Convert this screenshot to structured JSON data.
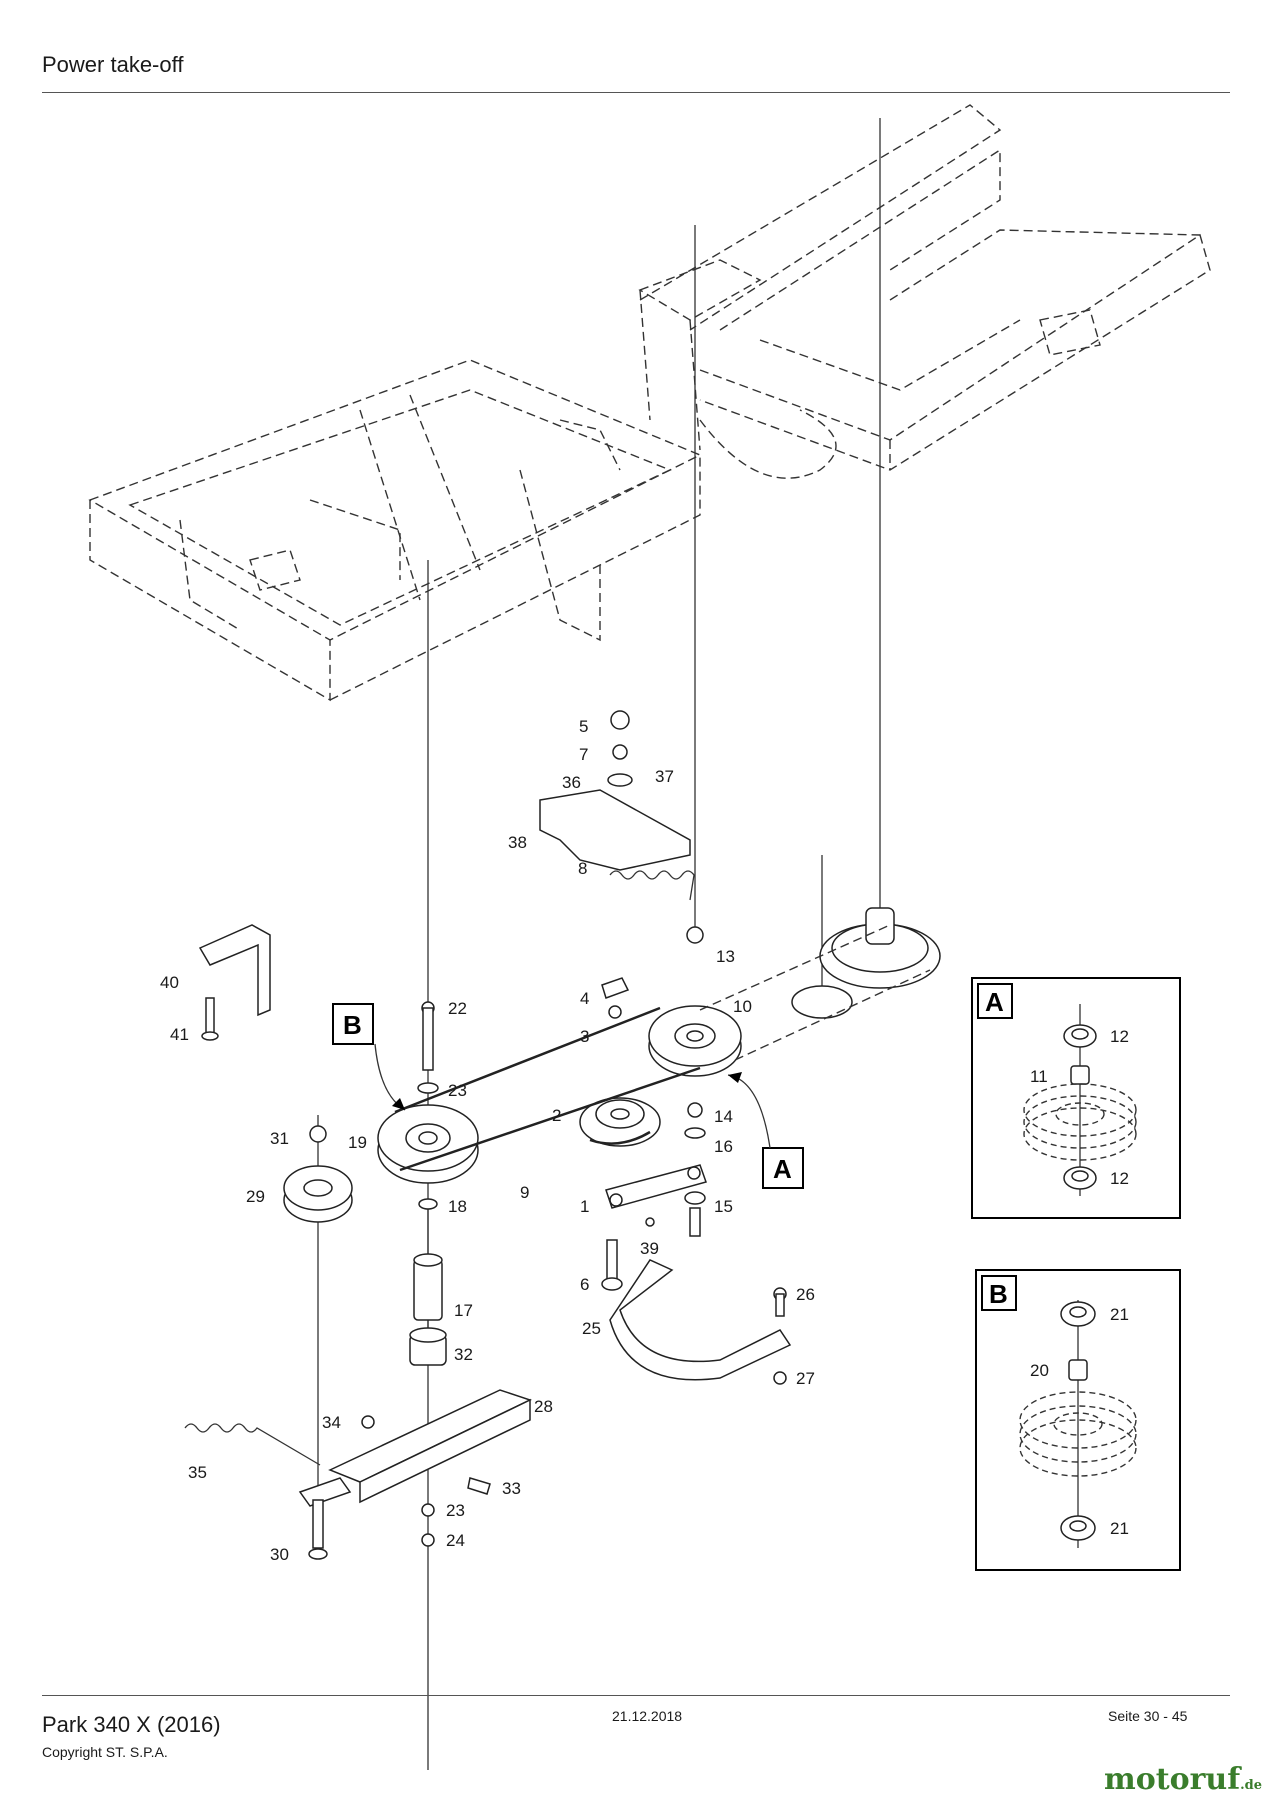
{
  "header": {
    "title": "Power take-off"
  },
  "footer": {
    "model": "Park 340 X (2016)",
    "copyright": "Copyright ST. S.P.A.",
    "date": "21.12.2018",
    "page": "Seite 30 - 45"
  },
  "logo": {
    "name": "motoruf",
    "tld": ".de"
  },
  "callouts": {
    "box_a": "A",
    "box_b": "B",
    "detail_a": "A",
    "detail_b": "B"
  },
  "parts": {
    "p1": "1",
    "p2": "2",
    "p3": "3",
    "p4": "4",
    "p5": "5",
    "p6": "6",
    "p7": "7",
    "p8": "8",
    "p9": "9",
    "p10": "10",
    "p13": "13",
    "p14": "14",
    "p15": "15",
    "p16": "16",
    "p17": "17",
    "p18": "18",
    "p19": "19",
    "p22": "22",
    "p23a": "23",
    "p23b": "23",
    "p24": "24",
    "p25": "25",
    "p26": "26",
    "p27": "27",
    "p28": "28",
    "p29": "29",
    "p30": "30",
    "p31": "31",
    "p32": "32",
    "p33": "33",
    "p34": "34",
    "p35": "35",
    "p36": "36",
    "p37": "37",
    "p38": "38",
    "p39": "39",
    "p40": "40",
    "p41": "41"
  },
  "detail_a_parts": {
    "top": "12",
    "spacer": "11",
    "bottom": "12"
  },
  "detail_b_parts": {
    "top": "21",
    "spacer": "20",
    "bottom": "21"
  }
}
